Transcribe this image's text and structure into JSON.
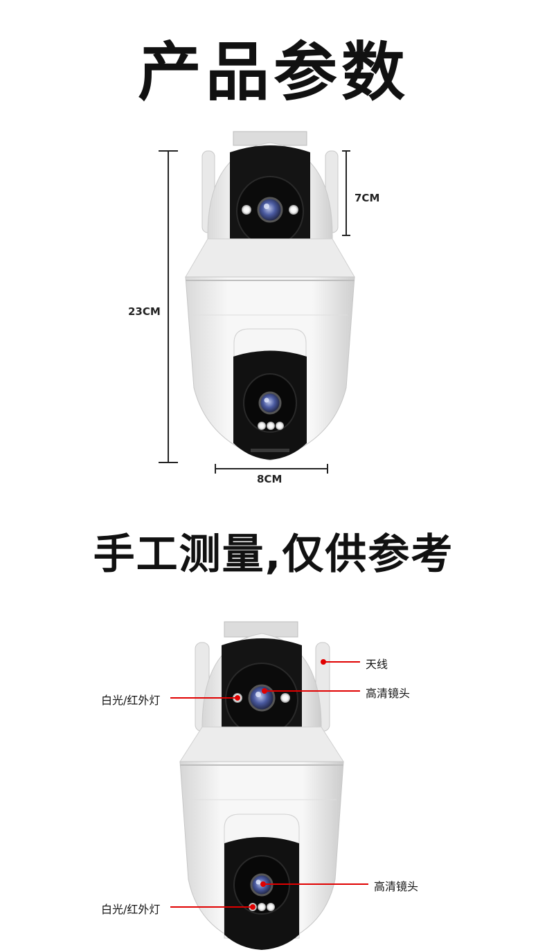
{
  "header": {
    "title": "产品参数"
  },
  "dimensions": {
    "height_label": "23CM",
    "head_label": "7CM",
    "width_label": "8CM"
  },
  "notice": {
    "text": "手工测量,仅供参考"
  },
  "callouts": {
    "antenna": "天线",
    "top_light": "白光/红外灯",
    "top_lens": "高清镜头",
    "bottom_lens": "高清镜头",
    "bottom_light": "白光/红外灯"
  },
  "colors": {
    "callout_line": "#e00000",
    "body": "#f2f2f2",
    "face": "#111111"
  }
}
